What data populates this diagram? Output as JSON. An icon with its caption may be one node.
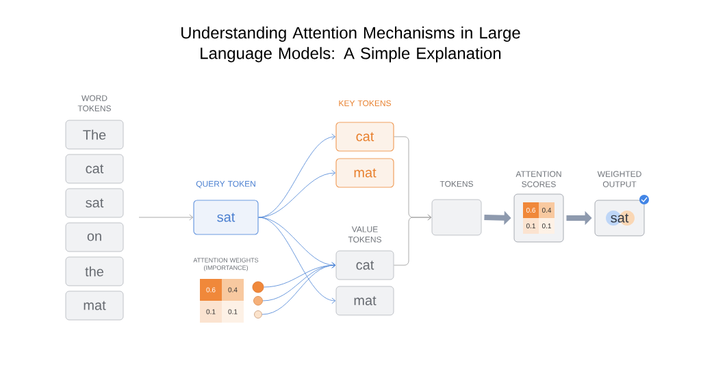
{
  "diagram": {
    "title": "Understanding Attention Mechanisms in Large Language Models: A Simple Explanation",
    "nodes": [
      {
        "text": [
          "The"
        ]
      },
      {
        "text": [
          "cat"
        ]
      },
      {
        "text": [
          "sat"
        ]
      },
      {
        "text": [
          "on"
        ]
      },
      {
        "text": [
          "the"
        ]
      },
      {
        "text": [
          "mat"
        ]
      },
      {
        "text": [
          "QUERY TOKEN",
          "sat"
        ]
      },
      {
        "text": [
          "cat"
        ]
      },
      {
        "text": [
          "mat"
        ]
      },
      {
        "text": [
          "cat"
        ]
      },
      {
        "text": [
          "mat"
        ]
      },
      {
        "text": [],
        "shape": "circle"
      },
      {
        "text": [],
        "shape": "circle"
      },
      {
        "text": [],
        "shape": "circle"
      },
      {
        "text": [
          "TOKENS"
        ]
      },
      {
        "text": [
          "ATTENTION SCORES",
          "0.6",
          "0.4",
          "0.1",
          "0.1"
        ]
      },
      {
        "text": [
          "WEIGHTED OUTPUT",
          "sat"
        ]
      }
    ],
    "edges": [
      {
        "from": null,
        "to": 6,
        "arrow": "to",
        "color": "#a0a0a0"
      },
      {
        "from": 6,
        "to": 7,
        "arrow": "to"
      },
      {
        "from": 6,
        "to": 8,
        "arrow": "to"
      },
      {
        "from": 6,
        "to": 9,
        "arrow": "to"
      },
      {
        "from": 6,
        "to": 10,
        "arrow": "to"
      },
      {
        "from": 11,
        "to": 9,
        "arrow": "to"
      },
      {
        "from": 12,
        "to": 9,
        "arrow": "to"
      },
      {
        "from": 13,
        "to": 9,
        "arrow": "to"
      },
      {
        "from": 7,
        "to": 14,
        "arrow": "to",
        "color": "#a0a0a0"
      },
      {
        "from": 9,
        "to": 14,
        "arrow": "to",
        "color": "#a0a0a0"
      },
      {
        "from": 14,
        "to": 15,
        "arrow": "to",
        "style": "thick",
        "color": "#8e9aae"
      },
      {
        "from": 15,
        "to": 16,
        "arrow": "to",
        "style": "thick",
        "color": "#8e9aae"
      }
    ],
    "labels": [
      "WORD TOKENS",
      "KEY TOKENS",
      "VALUE TOKENS",
      "ATTENTION WEIGHTS (IMPORTANCE)",
      "0.6",
      "0.4",
      "0.1",
      "0.1"
    ]
  }
}
